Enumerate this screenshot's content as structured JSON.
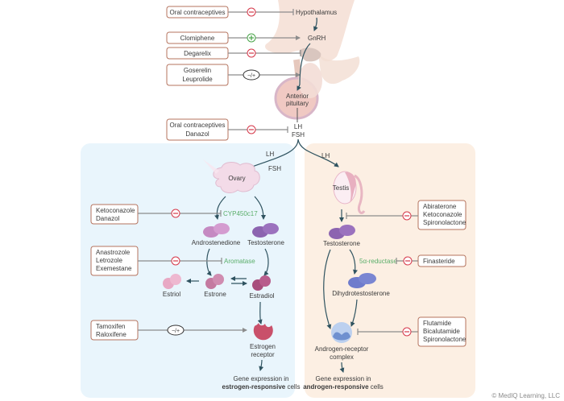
{
  "colors": {
    "estrogen_panel_bg": "#e9f5fc",
    "androgen_panel_bg": "#fcefe3",
    "drug_box_border": "#b5735e",
    "inhibit_symbol": "#d6384a",
    "stimulate_symbol": "#4aa54a",
    "enzyme_text": "#5aae6a",
    "arrow": "#2f5360",
    "inhibit_line": "#8c8c8c"
  },
  "symbols": {
    "inhibit": "−",
    "stimulate": "+",
    "mixed": "−/+"
  },
  "top": {
    "hypothalamus": "Hypothalamus",
    "gnrh": "GnRH",
    "anterior_pituitary": [
      "Anterior",
      "pituitary"
    ],
    "lh": "LH",
    "fsh": "FSH",
    "drugs": [
      {
        "lines": [
          "Oral contraceptives"
        ],
        "effect": "inhibit",
        "target": "Hypothalamus"
      },
      {
        "lines": [
          "Clomiphene"
        ],
        "effect": "stimulate",
        "target": "GnRH"
      },
      {
        "lines": [
          "Degarelix"
        ],
        "effect": "inhibit",
        "target": "GnRH receptor"
      },
      {
        "lines": [
          "Goserelin",
          "Leuprolide"
        ],
        "effect": "mixed",
        "target": "Anterior pituitary"
      },
      {
        "lines": [
          "Oral contraceptives",
          "Danazol"
        ],
        "effect": "inhibit",
        "target": "LH/FSH"
      }
    ]
  },
  "estrogen_panel": {
    "lh": "LH",
    "fsh": "FSH",
    "ovary": "Ovary",
    "enzyme_1": "CYP450c17",
    "androstenedione": "Androstenedione",
    "testosterone": "Testosterone",
    "enzyme_2": "Aromatase",
    "estriol": "Estriol",
    "estrone": "Estrone",
    "estradiol": "Estradiol",
    "receptor": [
      "Estrogen",
      "receptor"
    ],
    "gene_expression_line1": "Gene expression in",
    "gene_expression_bold": "estrogen-responsive",
    "gene_expression_tail": " cells",
    "drugs": [
      {
        "lines": [
          "Ketoconazole",
          "Danazol"
        ],
        "effect": "inhibit",
        "target": "CYP450c17"
      },
      {
        "lines": [
          "Anastrozole",
          "Letrozole",
          "Exemestane"
        ],
        "effect": "inhibit",
        "target": "Aromatase"
      },
      {
        "lines": [
          "Tamoxifen",
          "Raloxifene"
        ],
        "effect": "mixed",
        "target": "Estrogen receptor"
      }
    ]
  },
  "androgen_panel": {
    "lh": "LH",
    "testis": "Testis",
    "testosterone": "Testosterone",
    "enzyme": "5α-reductase",
    "dht": "Dihydrotestosterone",
    "receptor": [
      "Androgen-receptor",
      "complex"
    ],
    "gene_expression_line1": "Gene expression in",
    "gene_expression_bold": "androgen-responsive",
    "gene_expression_tail": " cells",
    "drugs": [
      {
        "lines": [
          "Abiraterone",
          "Ketoconazole",
          "Spironolactone"
        ],
        "effect": "inhibit",
        "target": "Testosterone synthesis"
      },
      {
        "lines": [
          "Finasteride"
        ],
        "effect": "inhibit",
        "target": "5α-reductase"
      },
      {
        "lines": [
          "Flutamide",
          "Bicalutamide",
          "Spironolactone"
        ],
        "effect": "inhibit",
        "target": "Androgen-receptor complex"
      }
    ]
  },
  "copyright": "© MedIQ Learning, LLC"
}
